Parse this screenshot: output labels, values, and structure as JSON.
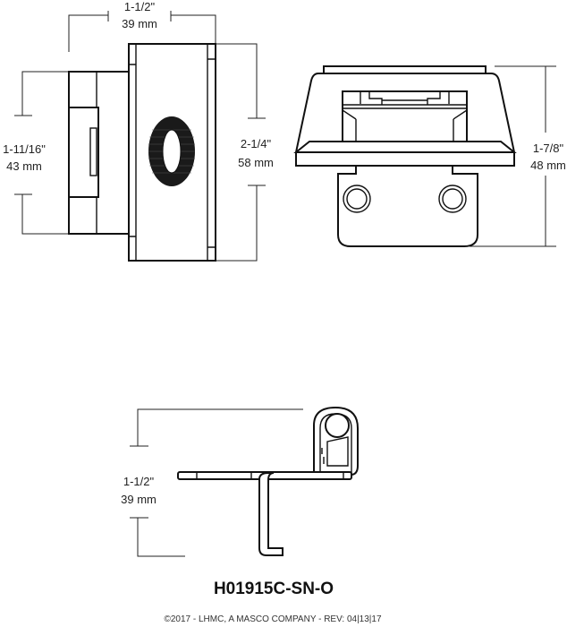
{
  "drawing": {
    "front_view": {
      "width_dim": {
        "imperial": "1-1/2\"",
        "metric": "39 mm"
      },
      "height_dim_left": {
        "imperial": "1-11/16\"",
        "metric": "43 mm"
      },
      "height_dim_right": {
        "imperial": "2-1/4\"",
        "metric": "58 mm"
      }
    },
    "side_view": {
      "height_dim": {
        "imperial": "1-7/8\"",
        "metric": "48 mm"
      }
    },
    "top_view": {
      "depth_dim": {
        "imperial": "1-1/2\"",
        "metric": "39 mm"
      }
    },
    "part_number": "H01915C-SN-O",
    "footer": "©2017 - LHMC, A MASCO COMPANY - REV: 04|13|17"
  }
}
